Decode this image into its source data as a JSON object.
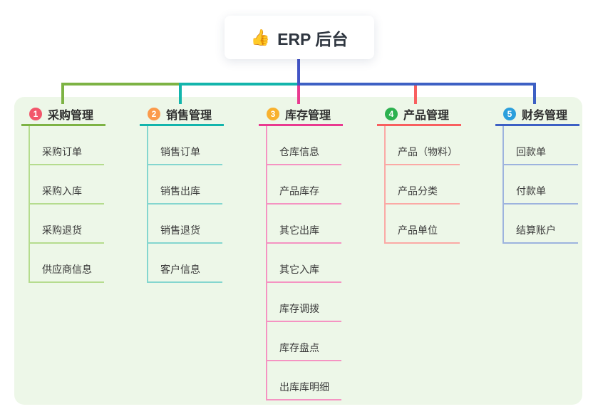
{
  "root": {
    "icon": "👍",
    "title": "ERP 后台"
  },
  "theme": {
    "panel_bg": "#edf7e8",
    "card_bg": "#ffffff",
    "root_line_color": "#4354c6",
    "text_color": "#2f3640"
  },
  "branches": [
    {
      "number": "1",
      "label": "采购管理",
      "badge_color": "#f2566b",
      "line_color": "#7db344",
      "child_line_color": "#b5dc8e",
      "children": [
        "采购订单",
        "采购入库",
        "采购退货",
        "供应商信息"
      ]
    },
    {
      "number": "2",
      "label": "销售管理",
      "badge_color": "#fb9a4b",
      "line_color": "#13b5ac",
      "child_line_color": "#84d6cf",
      "children": [
        "销售订单",
        "销售出库",
        "销售退货",
        "客户信息"
      ]
    },
    {
      "number": "3",
      "label": "库存管理",
      "badge_color": "#f8b12e",
      "line_color": "#e93a90",
      "child_line_color": "#f593c2",
      "children": [
        "仓库信息",
        "产品库存",
        "其它出库",
        "其它入库",
        "库存调拨",
        "库存盘点",
        "出库库明细"
      ]
    },
    {
      "number": "4",
      "label": "产品管理",
      "badge_color": "#2cb14f",
      "line_color": "#f85f5f",
      "child_line_color": "#fba9a5",
      "children": [
        "产品（物料）",
        "产品分类",
        "产品单位"
      ]
    },
    {
      "number": "5",
      "label": "财务管理",
      "badge_color": "#2b9fdc",
      "line_color": "#3d60c4",
      "child_line_color": "#9db3de",
      "children": [
        "回款单",
        "付款单",
        "结算账户"
      ]
    }
  ]
}
